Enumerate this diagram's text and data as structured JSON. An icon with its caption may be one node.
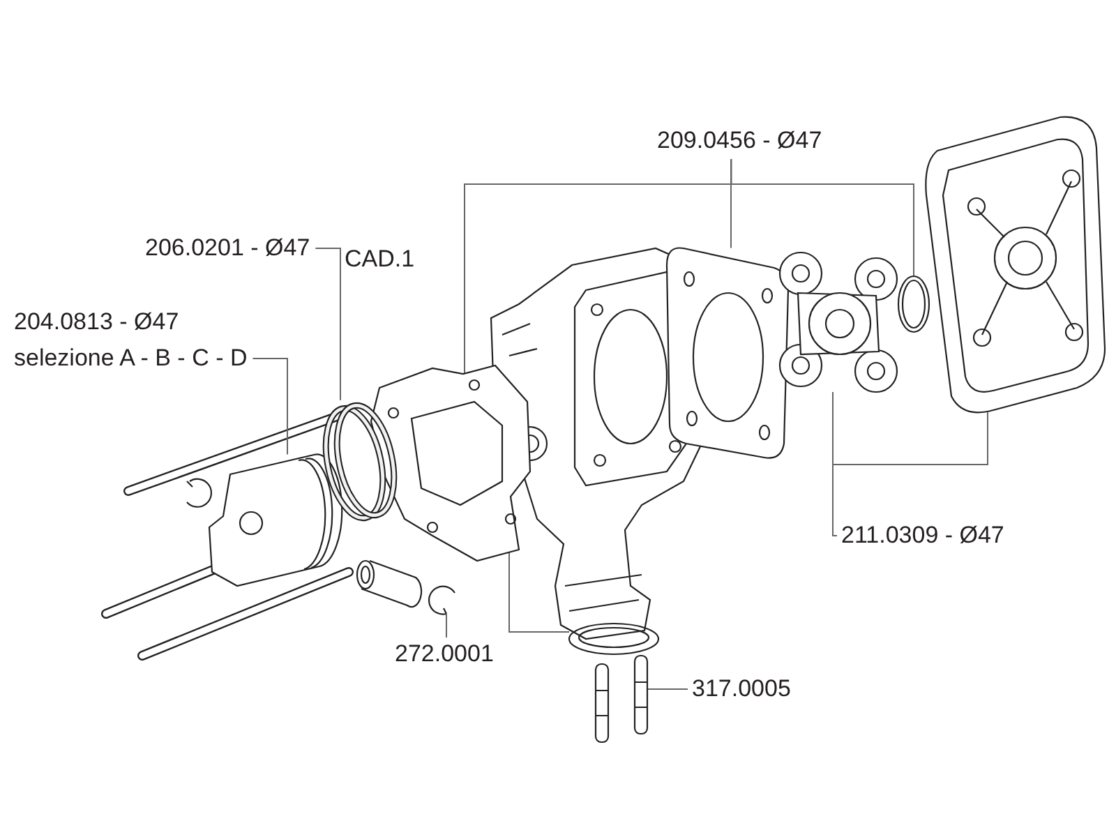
{
  "diagram": {
    "nodes": [
      {
        "text": [
          "206.0201 - Ø47"
        ],
        "beside": [
          "CAD.1"
        ]
      },
      {
        "text": [
          "204.0813 - Ø47",
          "selezione A - B - C - D"
        ]
      },
      {
        "text": [
          "209.0456 - Ø47"
        ]
      },
      {
        "text": [
          "211.0309 - Ø47"
        ]
      },
      {
        "text": [
          "272.0001"
        ]
      },
      {
        "text": [
          "317.0005"
        ]
      },
      {
        "text": [],
        "shape": "circle"
      },
      {
        "text": [],
        "shape": "picture"
      },
      {
        "text": [],
        "shape": "picture"
      },
      {
        "text": [],
        "shape": "picture"
      },
      {
        "text": [],
        "shape": "picture"
      },
      {
        "text": [],
        "shape": "picture"
      },
      {
        "text": [],
        "shape": "picture"
      },
      {
        "text": [],
        "shape": "picture"
      },
      {
        "text": [],
        "shape": "picture"
      },
      {
        "text": [],
        "shape": "picture"
      }
    ],
    "edges": [
      {
        "from": 0,
        "to": 6,
        "arrow": "none"
      },
      {
        "from": 1,
        "to": 7,
        "arrow": "none"
      },
      {
        "from": 2,
        "to": 8,
        "arrow": "none"
      },
      {
        "from": 2,
        "to": 9,
        "arrow": "none"
      },
      {
        "from": 2,
        "to": 11,
        "arrow": "none"
      },
      {
        "from": 2,
        "to": 13,
        "arrow": "none"
      },
      {
        "from": 3,
        "to": 10,
        "arrow": "none"
      },
      {
        "from": 3,
        "to": 12,
        "arrow": "none"
      },
      {
        "from": 4,
        "to": 14,
        "arrow": "none"
      },
      {
        "from": 5,
        "to": 15,
        "arrow": "none"
      }
    ]
  }
}
